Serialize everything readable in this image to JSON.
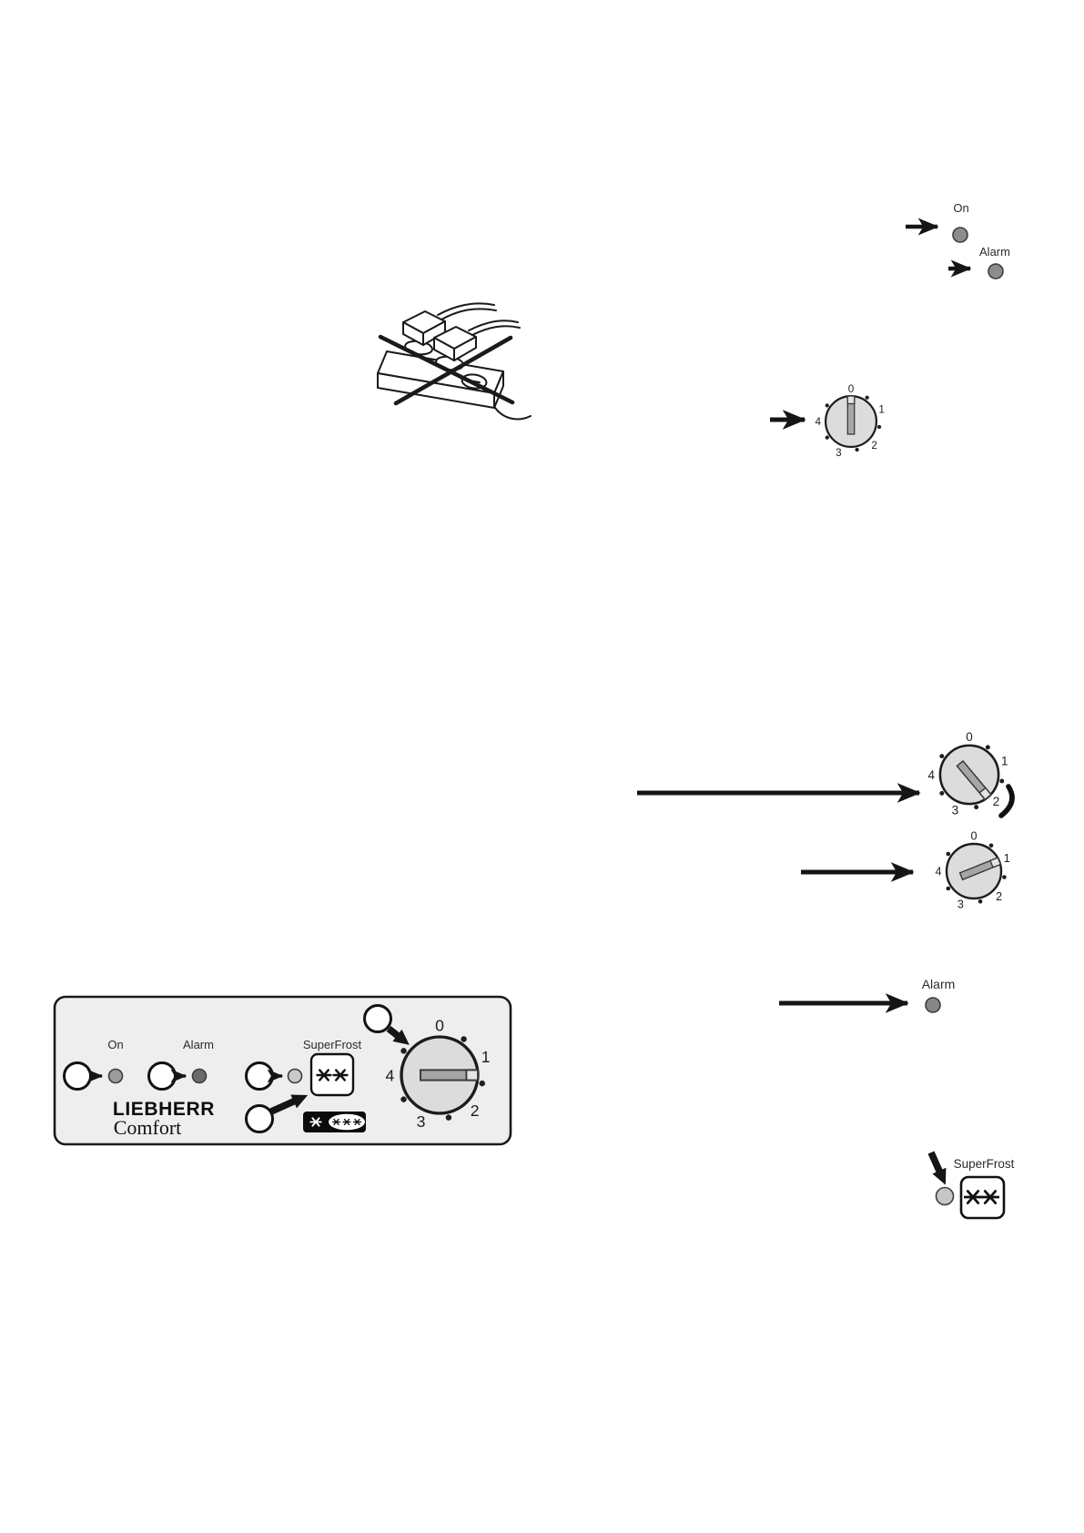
{
  "dial_labels": [
    "0",
    "1",
    "2",
    "3",
    "4"
  ],
  "indicators": {
    "power_on": {
      "label": "On"
    },
    "alarm_top": {
      "label": "Alarm"
    },
    "alarm_mid": {
      "label": "Alarm"
    },
    "superfrost_bottom": {
      "label": "SuperFrost"
    }
  },
  "panel": {
    "on_label": "On",
    "alarm_label": "Alarm",
    "superfrost_label": "SuperFrost",
    "brand": "LIEBHERR",
    "series": "Comfort"
  },
  "dials": {
    "main_switch": {
      "points_to": "0"
    },
    "setting_high": {
      "points_to": "2"
    },
    "setting_normal": {
      "points_to": "1"
    },
    "panel_dial": {
      "points_to": "between 1 and 2"
    }
  },
  "icons": {
    "snowflake_button": "two six-point snowflake asterisks",
    "frozen_food_rating": "star + three stars in oval badge",
    "power_strip_warning": "multi-socket power strip crossed out"
  },
  "colors": {
    "ink": "#1a1a1a",
    "dial_fill": "#dcdcdc",
    "panel_fill": "#eeeeee",
    "led_gray": "#8c8c8c",
    "led_dark": "#6b6b6b",
    "led_light": "#c8c8c8"
  }
}
